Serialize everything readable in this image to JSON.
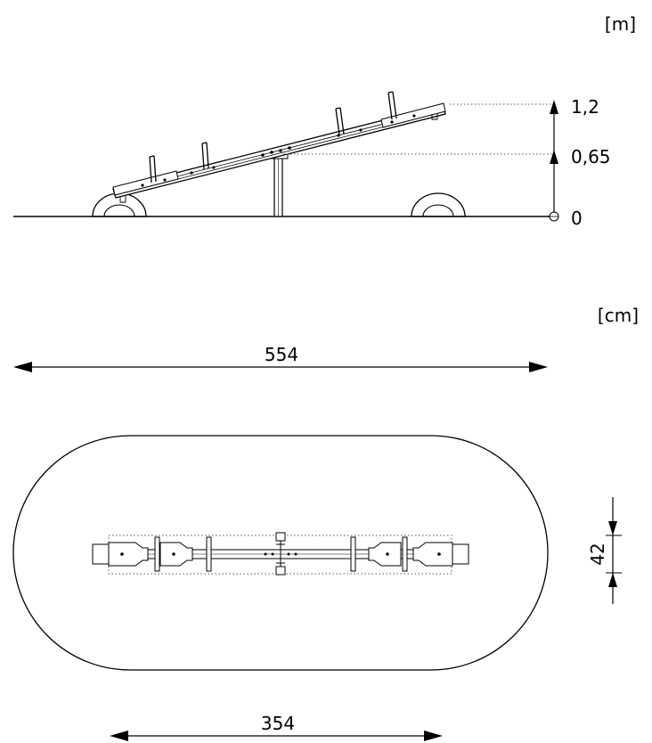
{
  "side_view": {
    "unit": "[m]",
    "levels": [
      "1,2",
      "0,65",
      "0"
    ]
  },
  "top_view": {
    "unit": "[cm]",
    "length": "554",
    "width": "42",
    "inner_length": "354"
  }
}
